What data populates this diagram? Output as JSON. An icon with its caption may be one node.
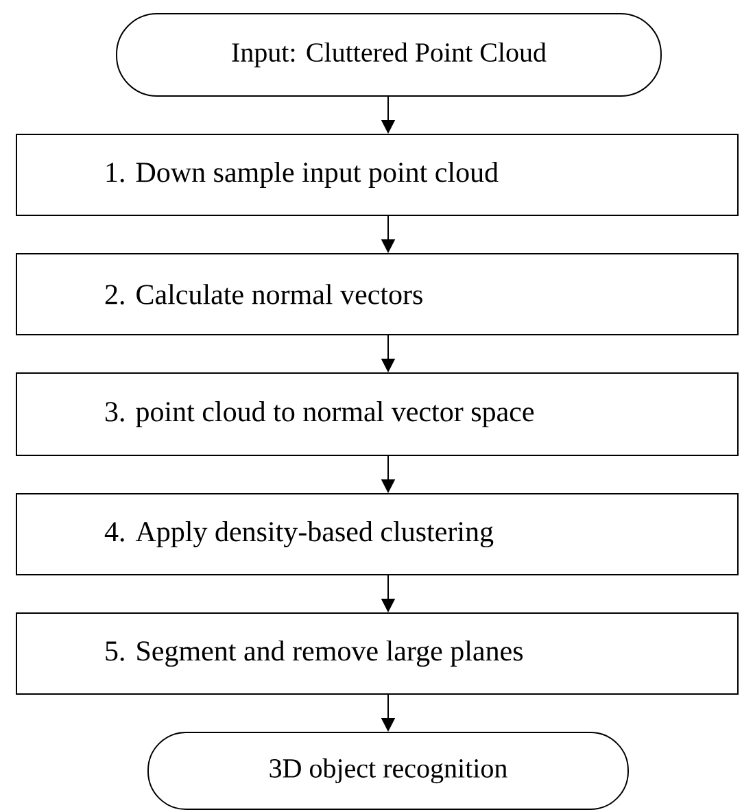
{
  "diagram": {
    "nodes": [
      {
        "text": [
          "Input: Cluttered Point Cloud"
        ]
      },
      {
        "text": [
          "1. Down sample input point cloud"
        ]
      },
      {
        "text": [
          "2. Calculate normal vectors"
        ]
      },
      {
        "text": [
          "3. point cloud to normal vector space"
        ]
      },
      {
        "text": [
          "4. Apply density-based clustering"
        ]
      },
      {
        "text": [
          "5. Segment and remove large planes"
        ]
      },
      {
        "text": [
          "3D object recognition"
        ]
      }
    ],
    "edges": [
      {
        "from": 0,
        "to": 1,
        "arrow": "to"
      },
      {
        "from": 1,
        "to": 2,
        "arrow": "to"
      },
      {
        "from": 2,
        "to": 3,
        "arrow": "to"
      },
      {
        "from": 3,
        "to": 4,
        "arrow": "to"
      },
      {
        "from": 4,
        "to": 5,
        "arrow": "to"
      },
      {
        "from": 5,
        "to": 6,
        "arrow": "to"
      }
    ]
  }
}
